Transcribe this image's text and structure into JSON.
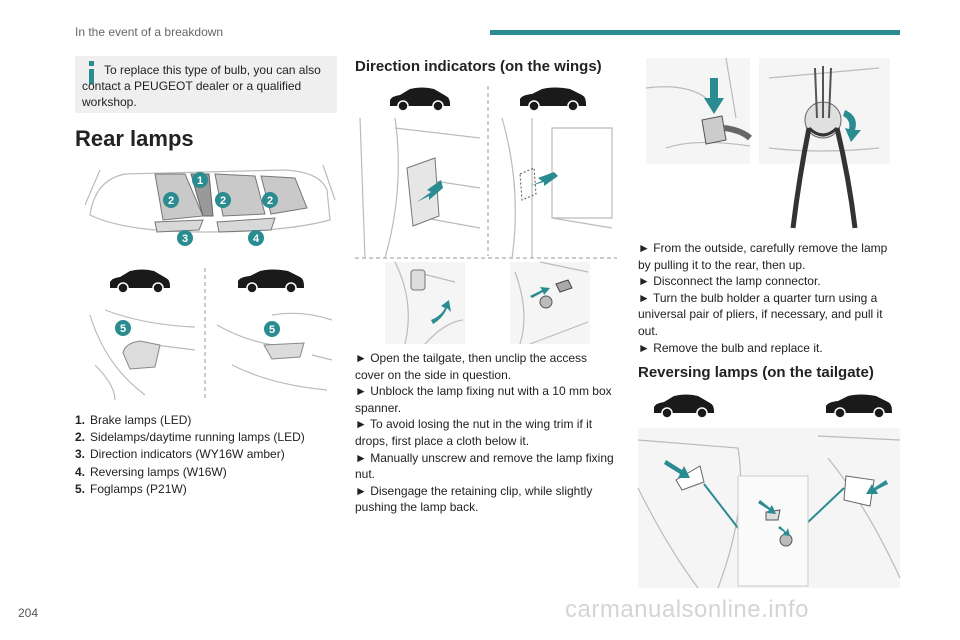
{
  "header": {
    "section_title": "In the event of a breakdown"
  },
  "note": {
    "text": "To replace this type of bulb, you can also contact a PEUGEOT dealer or a qualified workshop."
  },
  "rear_lamps": {
    "title": "Rear lamps",
    "callouts": [
      "1",
      "2",
      "2",
      "2",
      "3",
      "4",
      "5",
      "5"
    ],
    "legend": [
      {
        "num": "1.",
        "text": "Brake lamps (LED)"
      },
      {
        "num": "2.",
        "text": "Sidelamps/daytime running lamps (LED)"
      },
      {
        "num": "3.",
        "text": "Direction indicators (WY16W amber)"
      },
      {
        "num": "4.",
        "text": "Reversing lamps (W16W)"
      },
      {
        "num": "5.",
        "text": "Foglamps (P21W)"
      }
    ]
  },
  "direction_indicators": {
    "title": "Direction indicators (on the wings)",
    "steps": [
      "► Open the tailgate, then unclip the access cover on the side in question.",
      "► Unblock the lamp fixing nut with a 10 mm box spanner.",
      "► To avoid losing the nut in the wing trim if it drops, first place a cloth below it.",
      "► Manually unscrew and remove the lamp fixing nut.",
      "► Disengage the retaining clip, while slightly pushing the lamp back."
    ]
  },
  "lamp_removal": {
    "steps": [
      "► From the outside, carefully remove the lamp by pulling it to the rear, then up.",
      "► Disconnect the lamp connector.",
      "► Turn the bulb holder a quarter turn using a universal pair of pliers, if necessary, and pull it out.",
      "► Remove the bulb and replace it."
    ]
  },
  "reversing_lamps": {
    "title": "Reversing lamps (on the tailgate)"
  },
  "footer": {
    "page_number": "204",
    "watermark": "carmanualsonline.info"
  },
  "colors": {
    "accent": "#2a8b90"
  }
}
